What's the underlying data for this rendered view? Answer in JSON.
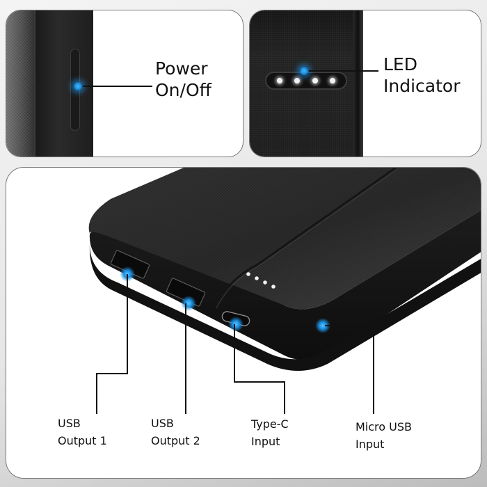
{
  "panels": {
    "power": {
      "label_line1": "Power",
      "label_line2": "On/Off"
    },
    "led": {
      "label_line1": "LED",
      "label_line2": "Indicator",
      "led_count": 4
    },
    "ports": {
      "callouts": [
        {
          "line1": "USB",
          "line2": "Output 1"
        },
        {
          "line1": "USB",
          "line2": "Output 2"
        },
        {
          "line1": "Type-C",
          "line2": "Input"
        },
        {
          "line1": "Micro USB",
          "line2": "Input"
        }
      ]
    }
  },
  "colors": {
    "highlight_glow": "#1a8fe0",
    "device_body": "#1e1e1e",
    "panel_background": "#ffffff",
    "panel_border": "#777777",
    "text": "#111111"
  }
}
